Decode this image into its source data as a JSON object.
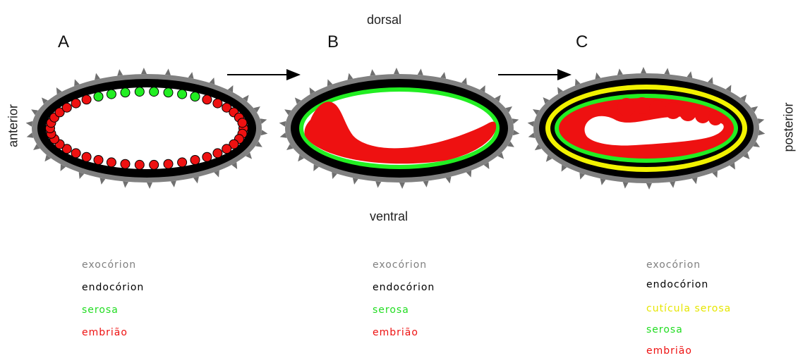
{
  "orientation": {
    "dorsal": "dorsal",
    "ventral": "ventral",
    "anterior": "anterior",
    "posterior": "posterior"
  },
  "panels": [
    {
      "letter": "A",
      "legend": [
        {
          "text": "exocórion",
          "color": "#808080"
        },
        {
          "text": "endocórion",
          "color": "#000000"
        },
        {
          "text": "serosa",
          "color": "#22dd22"
        },
        {
          "text": "embrião",
          "color": "#ee1111"
        }
      ]
    },
    {
      "letter": "B",
      "legend": [
        {
          "text": "exocórion",
          "color": "#808080"
        },
        {
          "text": "endocórion",
          "color": "#000000"
        },
        {
          "text": "serosa",
          "color": "#22dd22"
        },
        {
          "text": "embrião",
          "color": "#ee1111"
        }
      ]
    },
    {
      "letter": "C",
      "legend": [
        {
          "text": "exocórion",
          "color": "#808080"
        },
        {
          "text": "endocórion",
          "color": "#000000"
        },
        {
          "text": "cutícula serosa",
          "color": "#e6e600"
        },
        {
          "text": "serosa",
          "color": "#22dd22"
        },
        {
          "text": "embrião",
          "color": "#ee1111"
        }
      ]
    }
  ],
  "colors": {
    "exochorion": "#7f7f7f",
    "endochorion": "#000000",
    "serosa": "#22ee22",
    "serosal_cuticle": "#f2f200",
    "embryo": "#ee1111"
  }
}
